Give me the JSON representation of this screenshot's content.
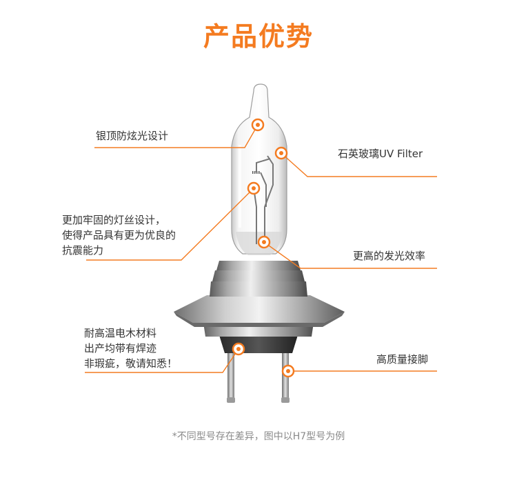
{
  "page": {
    "title": "产品优势",
    "footnote": "*不同型号存在差异，图中以H7型号为例"
  },
  "features": {
    "silver_top": "银顶防炫光设计",
    "quartz_glass": "石英玻璃UV Filter",
    "filament_design": [
      "更加牢固的灯丝设计，",
      "使得产品具有更为优良的",
      "抗震能力"
    ],
    "efficiency": "更高的发光效率",
    "heat_resistant": [
      "耐高温电木材料",
      "出产均带有焊迹",
      "非瑕疵，敬请知悉！"
    ],
    "contacts": "高质量接脚"
  },
  "colors": {
    "accent": "#f47b20",
    "text": "#333333",
    "footnote": "#8a8a8a"
  }
}
